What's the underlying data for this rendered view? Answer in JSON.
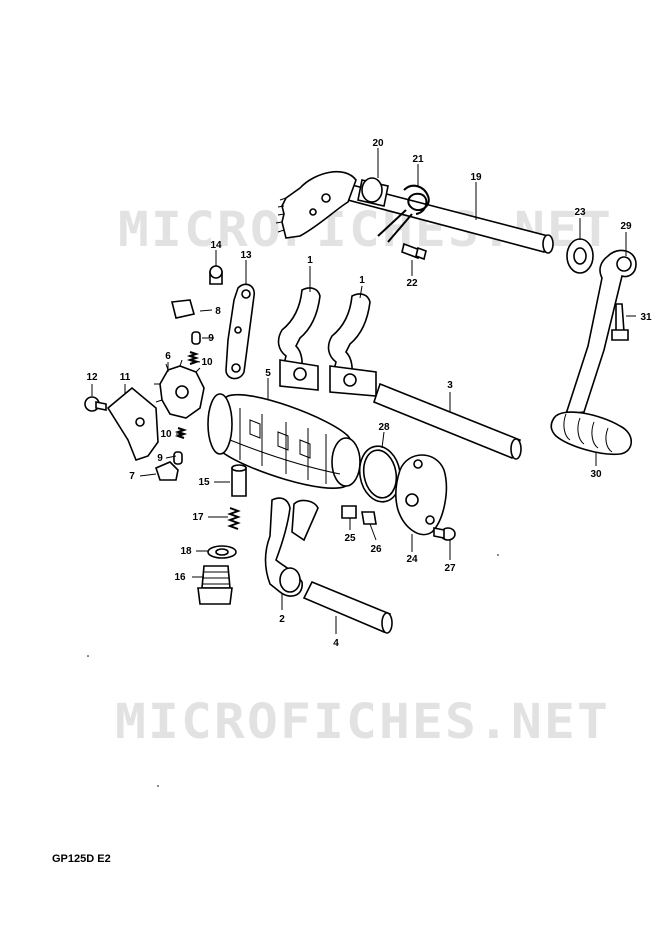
{
  "watermark": "MICROFICHES.NET",
  "caption": "GP125D E2",
  "callouts": [
    "1",
    "1",
    "2",
    "3",
    "4",
    "5",
    "6",
    "7",
    "8",
    "9",
    "9",
    "10",
    "10",
    "11",
    "12",
    "13",
    "14",
    "15",
    "16",
    "17",
    "18",
    "19",
    "20",
    "21",
    "22",
    "23",
    "24",
    "25",
    "26",
    "27",
    "28",
    "29",
    "30",
    "31"
  ]
}
